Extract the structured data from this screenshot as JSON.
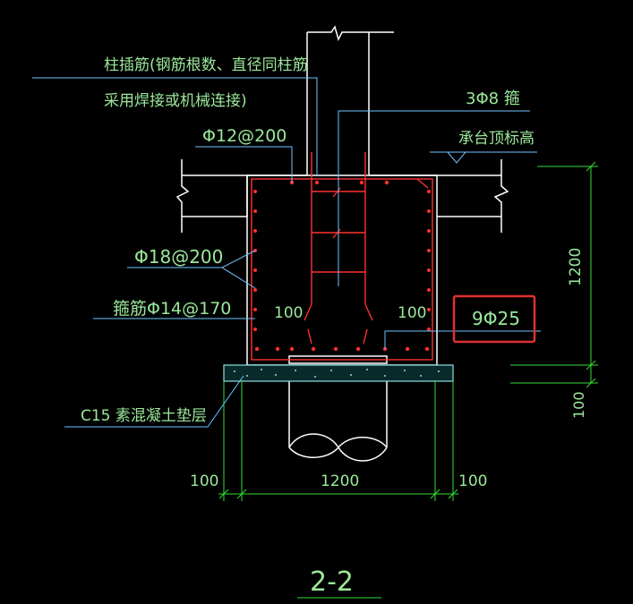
{
  "labels": {
    "column_dowel_line1": "柱插筋(钢筋根数、直径同柱筋",
    "column_dowel_line2": "采用焊接或机械连接)",
    "stirrup_3": "3Φ8 箍",
    "pile_cap_top": "承台顶标高",
    "bar_12": "Φ12@200",
    "bar_18": "Φ18@200",
    "stirrup_14": "箍筋Φ14@170",
    "dim_100_left_inner": "100",
    "dim_100_right_inner": "100",
    "bottom_bars": "9Φ25",
    "cushion": "C15 素混凝土垫层",
    "dim_1200_vertical": "1200",
    "dim_100_vertical": "100",
    "dim_100_bottom_left": "100",
    "dim_1200_bottom": "1200",
    "dim_100_bottom_right": "100",
    "section_title": "2-2"
  },
  "colors": {
    "background": "#000000",
    "text": "#9be89b",
    "leader": "#6ec3ff",
    "outline": "#ffffff",
    "rebar": "#ff3030",
    "dimension": "#33dd33",
    "highlight_box": "#e03030",
    "cushion_fill": "#8fe0e0"
  }
}
